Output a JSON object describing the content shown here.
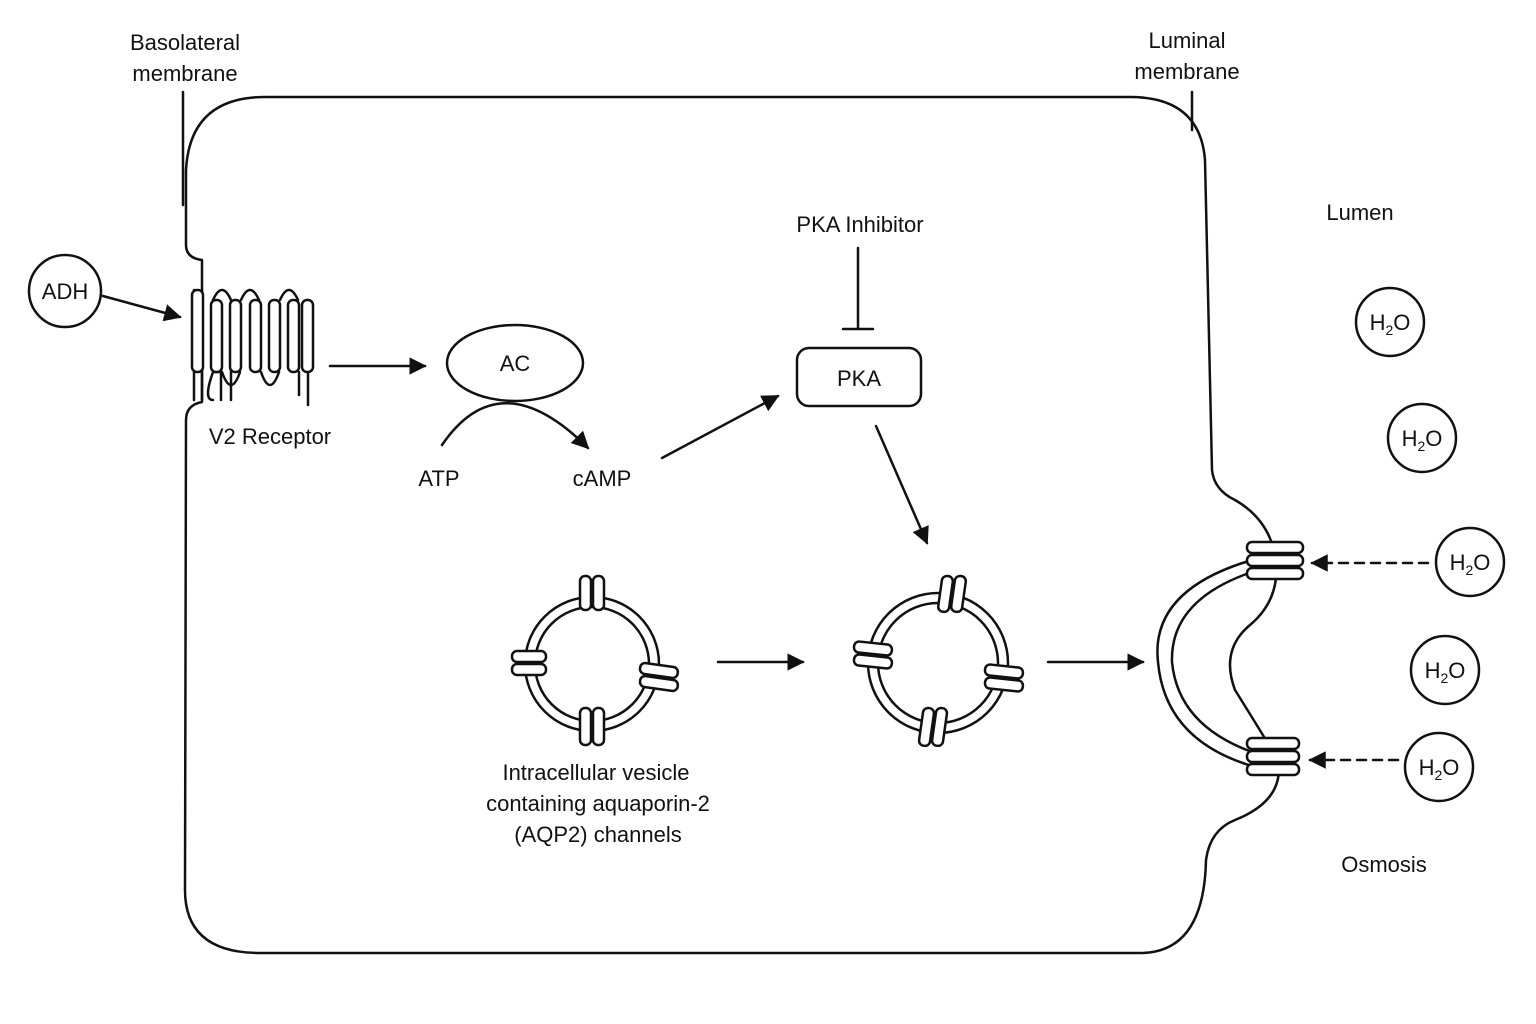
{
  "labels": {
    "basolateral": [
      "Basolateral",
      "membrane"
    ],
    "luminal": [
      "Luminal",
      "membrane"
    ],
    "lumen": "Lumen",
    "adh": "ADH",
    "v2_receptor": "V2 Receptor",
    "ac": "AC",
    "atp": "ATP",
    "camp": "cAMP",
    "pka_inhibitor": "PKA Inhibitor",
    "pka": "PKA",
    "vesicle_caption": [
      "Intracellular vesicle",
      "containing aquaporin-2",
      "(AQP2) channels"
    ],
    "osmosis": "Osmosis",
    "water_base": "H",
    "water_sub": "2",
    "water_tail": "O"
  },
  "water_molecules": 5,
  "colors": {
    "stroke": "#111111",
    "background": "#ffffff"
  }
}
